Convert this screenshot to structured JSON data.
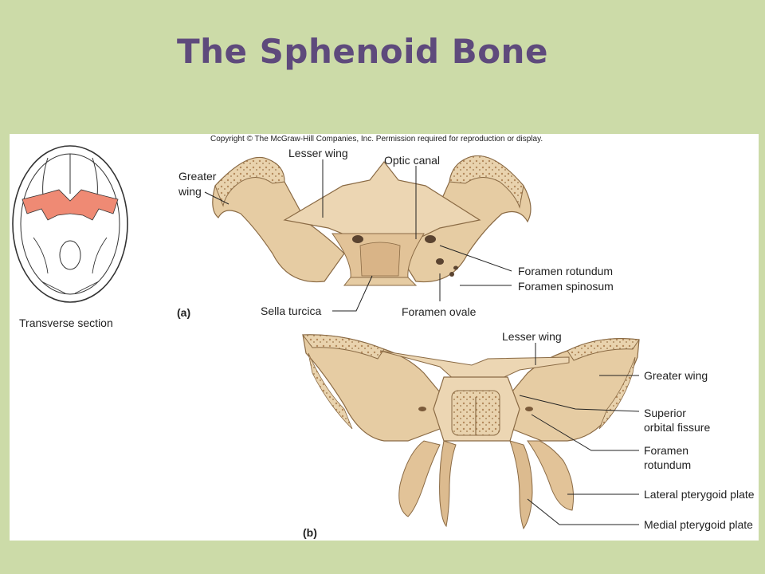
{
  "title": "The Sphenoid Bone",
  "copyright": "Copyright © The McGraw-Hill Companies, Inc. Permission required for reproduction or display.",
  "inset": {
    "caption": "Transverse section"
  },
  "view_a": {
    "panel_label": "(a)",
    "labels": {
      "greater_wing_1": "Greater",
      "greater_wing_2": "wing",
      "lesser_wing": "Lesser wing",
      "optic_canal": "Optic canal",
      "foramen_rotundum": "Foramen rotundum",
      "foramen_spinosum": "Foramen spinosum",
      "sella_turcica": "Sella turcica",
      "foramen_ovale": "Foramen ovale"
    }
  },
  "view_b": {
    "panel_label": "(b)",
    "labels": {
      "lesser_wing": "Lesser wing",
      "greater_wing": "Greater wing",
      "superior_orbital_fissure_1": "Superior",
      "superior_orbital_fissure_2": "orbital fissure",
      "foramen_rotundum_1": "Foramen",
      "foramen_rotundum_2": "rotundum",
      "lateral_pterygoid_plate": "Lateral pterygoid plate",
      "medial_pterygoid_plate": "Medial pterygoid plate"
    }
  },
  "colors": {
    "background": "#ccdba8",
    "title": "#5e4a7c",
    "bone": "#e7cfaa",
    "bone_shadow": "#c9a77c",
    "highlight": "#ef8a74"
  }
}
